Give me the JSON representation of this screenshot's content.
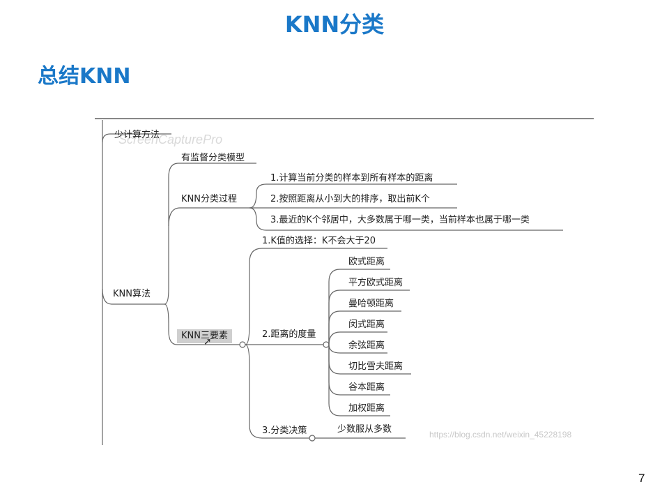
{
  "slide": {
    "title": "KNN分类",
    "section_title": "总结KNN",
    "page_number": "7"
  },
  "mindmap": {
    "prev_branch": "少计算方法",
    "root": "KNN算法",
    "branches": {
      "supervised": "有监督分类模型",
      "process": {
        "label": "KNN分类过程",
        "steps": [
          "1.计算当前分类的样本到所有样本的距离",
          "2.按照距离从小到大的排序，取出前K个",
          "3.最近的K个邻居中，大多数属于哪一类，当前样本也属于哪一类"
        ]
      },
      "three_elements": {
        "label": "KNN三要素",
        "k_choice": "1.K值的选择：K不会大于20",
        "distance": {
          "label": "2.距离的度量",
          "items": [
            "欧式距离",
            "平方欧式距离",
            "曼哈顿距离",
            "闵式距离",
            "余弦距离",
            "切比雪夫距离",
            "谷本距离",
            "加权距离"
          ]
        },
        "decision": {
          "label": "3.分类决策",
          "rule": "少数服从多数"
        }
      }
    }
  },
  "watermarks": {
    "top": "ScreenCapturePro",
    "bottom": "https://blog.csdn.net/weixin_45228198"
  }
}
